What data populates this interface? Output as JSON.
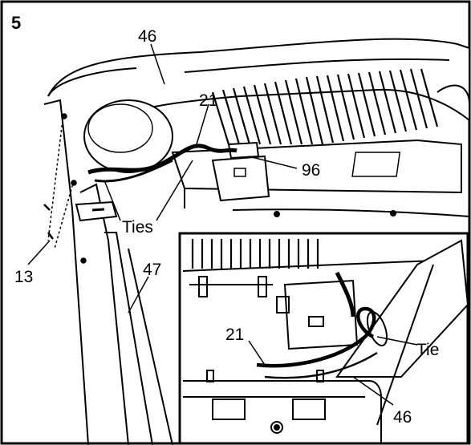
{
  "step_number": "5",
  "callouts": {
    "main_top": "46",
    "main_wire": "21",
    "main_bracket": "96",
    "main_ties": "Ties",
    "main_screws": "13",
    "main_upright": "47",
    "inset_wire": "21",
    "inset_tie": "Tie",
    "inset_frame": "46"
  },
  "colors": {
    "ink": "#000000",
    "paper": "#ffffff",
    "shade": "#c8c8c8"
  }
}
